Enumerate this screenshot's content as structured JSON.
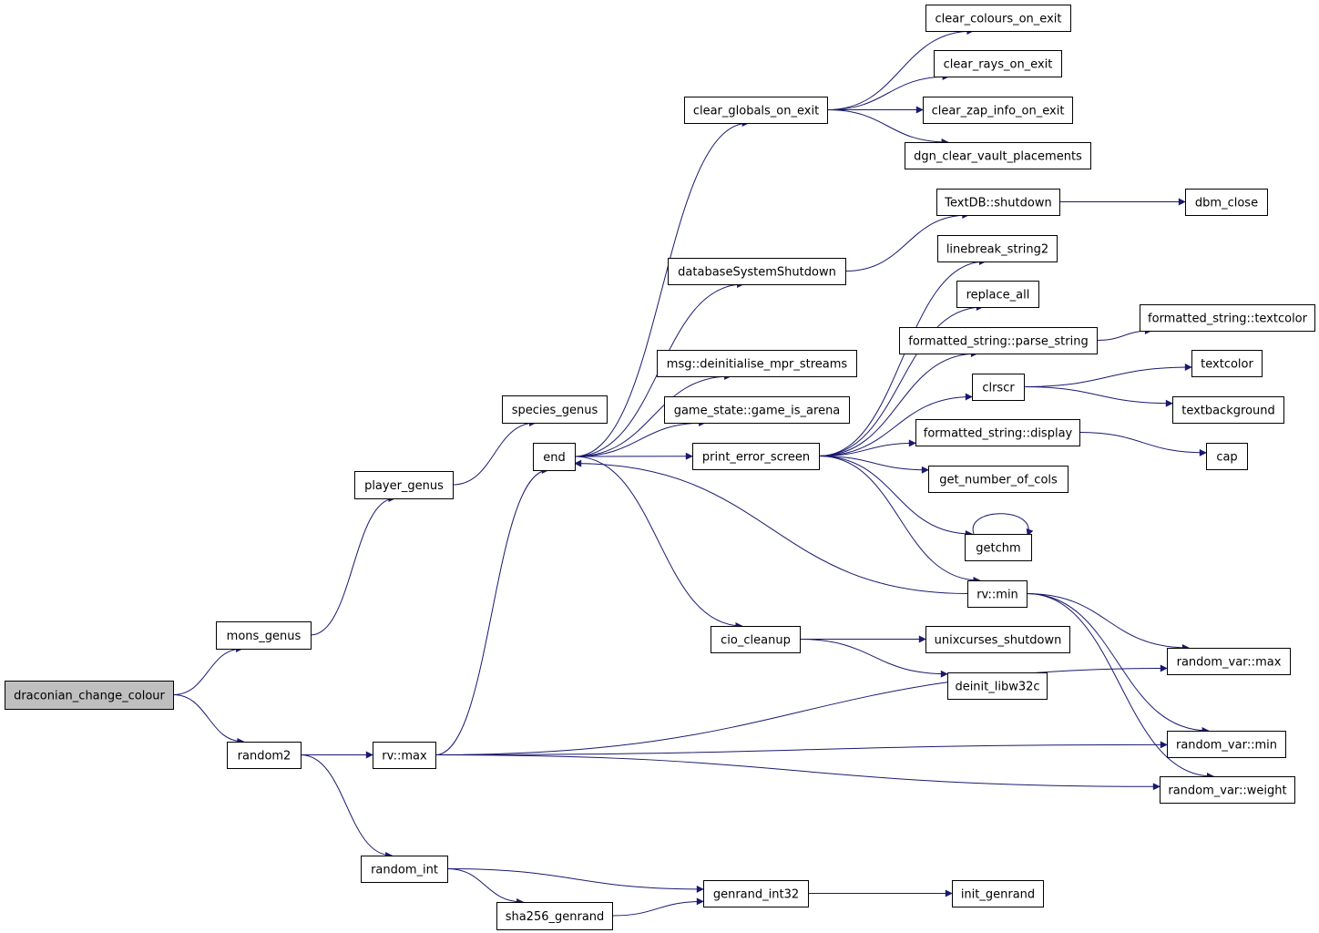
{
  "colors": {
    "edge": "#191970",
    "root_fill": "#bfbfbf",
    "node_fill": "#ffffff",
    "node_stroke": "#000000"
  },
  "nodes": [
    {
      "id": "draconian_change_colour",
      "label": "draconian_change_colour",
      "root": true
    },
    {
      "id": "mons_genus",
      "label": "mons_genus"
    },
    {
      "id": "random2",
      "label": "random2"
    },
    {
      "id": "player_genus",
      "label": "player_genus"
    },
    {
      "id": "species_genus",
      "label": "species_genus"
    },
    {
      "id": "end",
      "label": "end"
    },
    {
      "id": "rv_max",
      "label": "rv::max"
    },
    {
      "id": "random_int",
      "label": "random_int"
    },
    {
      "id": "sha256_genrand",
      "label": "sha256_genrand"
    },
    {
      "id": "genrand_int32",
      "label": "genrand_int32"
    },
    {
      "id": "init_genrand",
      "label": "init_genrand"
    },
    {
      "id": "clear_globals_on_exit",
      "label": "clear_globals_on_exit"
    },
    {
      "id": "clear_colours_on_exit",
      "label": "clear_colours_on_exit"
    },
    {
      "id": "clear_rays_on_exit",
      "label": "clear_rays_on_exit"
    },
    {
      "id": "clear_zap_info_on_exit",
      "label": "clear_zap_info_on_exit"
    },
    {
      "id": "dgn_clear_vault_placements",
      "label": "dgn_clear_vault_placements"
    },
    {
      "id": "databaseSystemShutdown",
      "label": "databaseSystemShutdown"
    },
    {
      "id": "TextDB_shutdown",
      "label": "TextDB::shutdown"
    },
    {
      "id": "dbm_close",
      "label": "dbm_close"
    },
    {
      "id": "msg_deinitialise",
      "label": "msg::deinitialise_mpr_streams"
    },
    {
      "id": "game_is_arena",
      "label": "game_state::game_is_arena"
    },
    {
      "id": "print_error_screen",
      "label": "print_error_screen"
    },
    {
      "id": "linebreak_string2",
      "label": "linebreak_string2"
    },
    {
      "id": "replace_all",
      "label": "replace_all"
    },
    {
      "id": "parse_string",
      "label": "formatted_string::parse_string"
    },
    {
      "id": "fs_textcolor",
      "label": "formatted_string::textcolor"
    },
    {
      "id": "clrscr",
      "label": "clrscr"
    },
    {
      "id": "textcolor",
      "label": "textcolor"
    },
    {
      "id": "textbackground",
      "label": "textbackground"
    },
    {
      "id": "fs_display",
      "label": "formatted_string::display"
    },
    {
      "id": "cap",
      "label": "cap"
    },
    {
      "id": "get_number_of_cols",
      "label": "get_number_of_cols"
    },
    {
      "id": "getchm",
      "label": "getchm"
    },
    {
      "id": "rv_min",
      "label": "rv::min"
    },
    {
      "id": "random_var_max",
      "label": "random_var::max"
    },
    {
      "id": "random_var_min",
      "label": "random_var::min"
    },
    {
      "id": "random_var_weight",
      "label": "random_var::weight"
    },
    {
      "id": "cio_cleanup",
      "label": "cio_cleanup"
    },
    {
      "id": "unixcurses_shutdown",
      "label": "unixcurses_shutdown"
    },
    {
      "id": "deinit_libw32c",
      "label": "deinit_libw32c"
    }
  ],
  "edges": [
    [
      "draconian_change_colour",
      "mons_genus"
    ],
    [
      "draconian_change_colour",
      "random2"
    ],
    [
      "mons_genus",
      "player_genus"
    ],
    [
      "player_genus",
      "species_genus"
    ],
    [
      "random2",
      "rv_max"
    ],
    [
      "random2",
      "random_int"
    ],
    [
      "rv_max",
      "end"
    ],
    [
      "rv_max",
      "random_var_max"
    ],
    [
      "rv_max",
      "random_var_min"
    ],
    [
      "rv_max",
      "random_var_weight"
    ],
    [
      "random_int",
      "genrand_int32"
    ],
    [
      "random_int",
      "sha256_genrand"
    ],
    [
      "sha256_genrand",
      "genrand_int32"
    ],
    [
      "genrand_int32",
      "init_genrand"
    ],
    [
      "end",
      "clear_globals_on_exit"
    ],
    [
      "end",
      "databaseSystemShutdown"
    ],
    [
      "end",
      "msg_deinitialise"
    ],
    [
      "end",
      "game_is_arena"
    ],
    [
      "end",
      "print_error_screen"
    ],
    [
      "end",
      "cio_cleanup"
    ],
    [
      "clear_globals_on_exit",
      "clear_colours_on_exit"
    ],
    [
      "clear_globals_on_exit",
      "clear_rays_on_exit"
    ],
    [
      "clear_globals_on_exit",
      "clear_zap_info_on_exit"
    ],
    [
      "clear_globals_on_exit",
      "dgn_clear_vault_placements"
    ],
    [
      "databaseSystemShutdown",
      "TextDB_shutdown"
    ],
    [
      "TextDB_shutdown",
      "dbm_close"
    ],
    [
      "print_error_screen",
      "linebreak_string2"
    ],
    [
      "print_error_screen",
      "replace_all"
    ],
    [
      "print_error_screen",
      "parse_string"
    ],
    [
      "print_error_screen",
      "clrscr"
    ],
    [
      "print_error_screen",
      "fs_display"
    ],
    [
      "print_error_screen",
      "get_number_of_cols"
    ],
    [
      "print_error_screen",
      "getchm"
    ],
    [
      "print_error_screen",
      "rv_min"
    ],
    [
      "parse_string",
      "fs_textcolor"
    ],
    [
      "clrscr",
      "textcolor"
    ],
    [
      "clrscr",
      "textbackground"
    ],
    [
      "fs_display",
      "cap"
    ],
    [
      "getchm",
      "getchm"
    ],
    [
      "rv_min",
      "end"
    ],
    [
      "rv_min",
      "random_var_max"
    ],
    [
      "rv_min",
      "random_var_min"
    ],
    [
      "rv_min",
      "random_var_weight"
    ],
    [
      "cio_cleanup",
      "unixcurses_shutdown"
    ],
    [
      "cio_cleanup",
      "deinit_libw32c"
    ]
  ]
}
